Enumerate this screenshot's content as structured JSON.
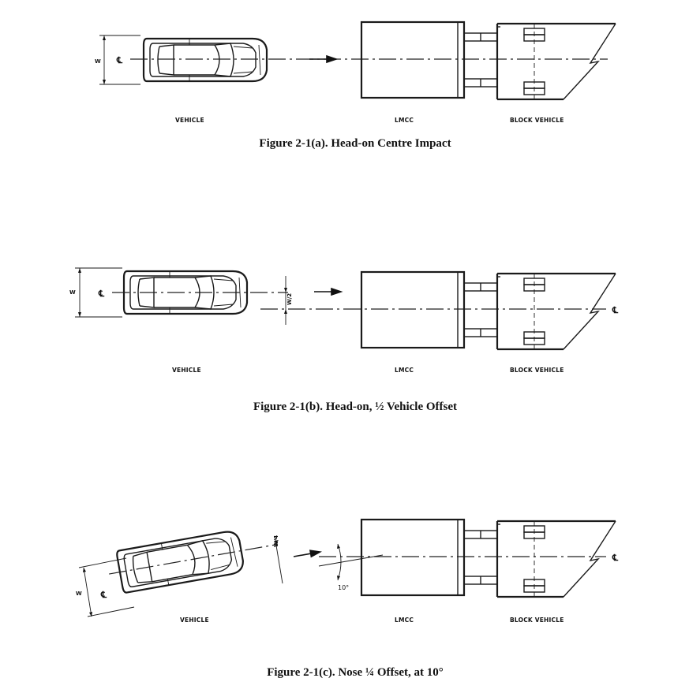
{
  "figures": [
    {
      "caption": "Figure 2-1(a).  Head-on Centre Impact",
      "vehicle_label": "VEHICLE",
      "lmcc_label": "LMCC",
      "block_label": "BLOCK  VEHICLE",
      "width_symbol": "W",
      "centreline_symbol": "℄"
    },
    {
      "caption": "Figure 2-1(b).  Head-on, ½ Vehicle Offset",
      "vehicle_label": "VEHICLE",
      "lmcc_label": "LMCC",
      "block_label": "BLOCK  VEHICLE",
      "width_symbol": "W",
      "offset_symbol": "W/2",
      "centreline_symbol": "℄"
    },
    {
      "caption": "Figure 2-1(c).  Nose ¼ Offset, at 10°",
      "vehicle_label": "VEHICLE",
      "lmcc_label": "LMCC",
      "block_label": "BLOCK  VEHICLE",
      "width_symbol": "W",
      "offset_symbol": "W/4",
      "angle_label": "10°",
      "centreline_symbol": "℄"
    }
  ]
}
